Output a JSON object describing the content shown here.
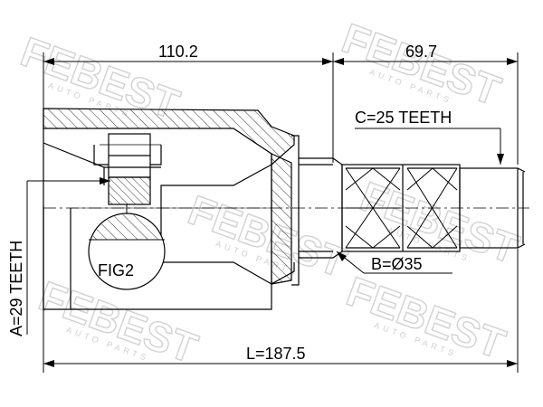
{
  "watermark": {
    "brand": "FEBEST",
    "sub": "AUTO PARTS"
  },
  "dimensions": {
    "housing_length": "110.2",
    "shaft_length": "69.7",
    "total_length": "L=187.5",
    "inner_teeth": "A=29 TEETH",
    "outer_teeth": "C=25 TEETH",
    "seal_diameter": "B=Ø35"
  },
  "figure_label": "FIG2",
  "colors": {
    "line": "#000000",
    "hatch": "#000000",
    "watermark": "#d2d2d2"
  }
}
